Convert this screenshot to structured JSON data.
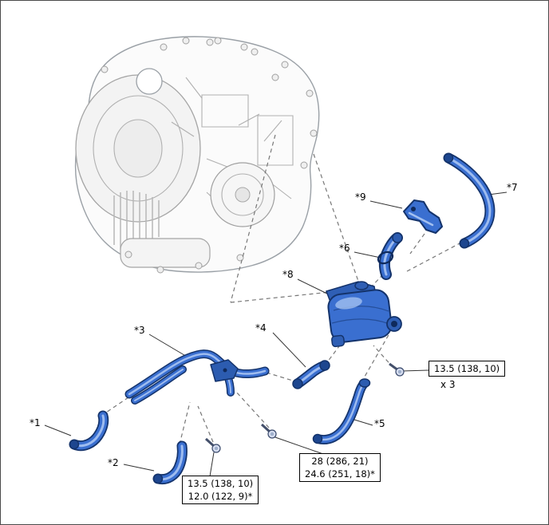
{
  "labels": {
    "p1": "*1",
    "p2": "*2",
    "p3": "*3",
    "p4": "*4",
    "p5": "*5",
    "p6": "*6",
    "p7": "*7",
    "p8": "*8",
    "p9": "*9"
  },
  "specs": {
    "a": {
      "value": "13.5 (138, 10)",
      "qty": "x 3"
    },
    "b": {
      "value": "28 (286, 21)",
      "alt": "24.6 (251, 18)*"
    },
    "c": {
      "value": "13.5 (138, 10)",
      "alt": "12.0 (122, 9)*"
    }
  },
  "colors": {
    "part_fill": "#3a6fd0",
    "part_outline": "#14336b",
    "part_highlight": "#a3c0f0",
    "lineart_gray": "#a0a0a0",
    "dashed_line": "#777777",
    "leader_line": "#333333"
  }
}
